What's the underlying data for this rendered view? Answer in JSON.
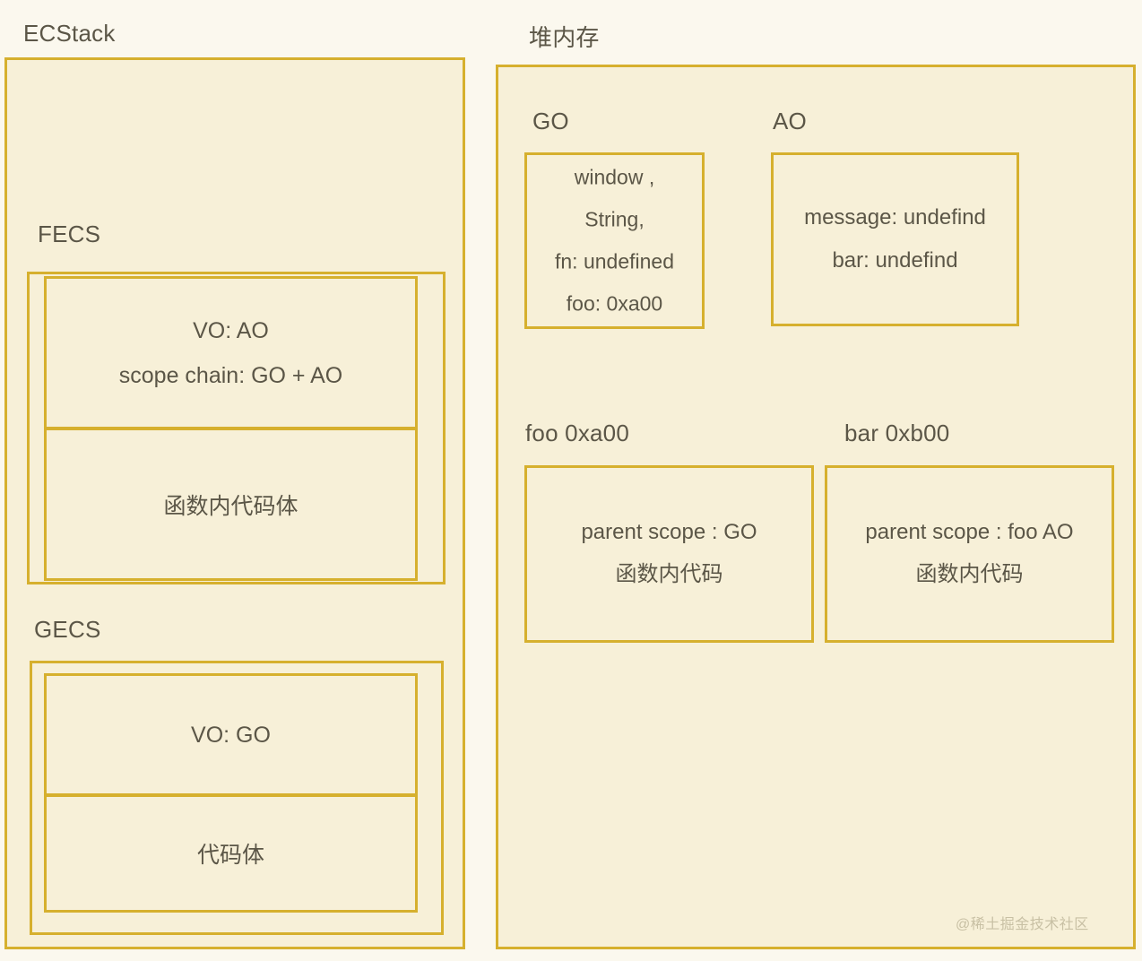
{
  "colors": {
    "page_background": "#FBF8EE",
    "box_fill": "#F7F0D8",
    "box_border": "#D6B02E",
    "text": "#5B5647",
    "watermark_text": "#C8C0A4"
  },
  "left_panel": {
    "label": "ECStack",
    "frames": [
      {
        "label": "FECS",
        "sections": [
          {
            "lines": [
              "VO: AO",
              "scope chain: GO + AO"
            ]
          },
          {
            "lines": [
              "函数内代码体"
            ]
          }
        ]
      },
      {
        "label": "GECS",
        "sections": [
          {
            "lines": [
              "VO: GO"
            ]
          },
          {
            "lines": [
              "代码体"
            ]
          }
        ]
      }
    ]
  },
  "right_panel": {
    "label": "堆内存",
    "objects": [
      {
        "label": "GO",
        "lines": [
          "window ,",
          "String,",
          "fn: undefined",
          "foo: 0xa00"
        ]
      },
      {
        "label": "AO",
        "lines": [
          "message: undefind",
          "bar:  undefind"
        ]
      }
    ],
    "functions": [
      {
        "label": "foo  0xa00",
        "lines": [
          "parent scope : GO",
          "函数内代码"
        ]
      },
      {
        "label": "bar  0xb00",
        "lines": [
          "parent scope : foo AO",
          "函数内代码"
        ]
      }
    ]
  },
  "watermark": "@稀土掘金技术社区"
}
